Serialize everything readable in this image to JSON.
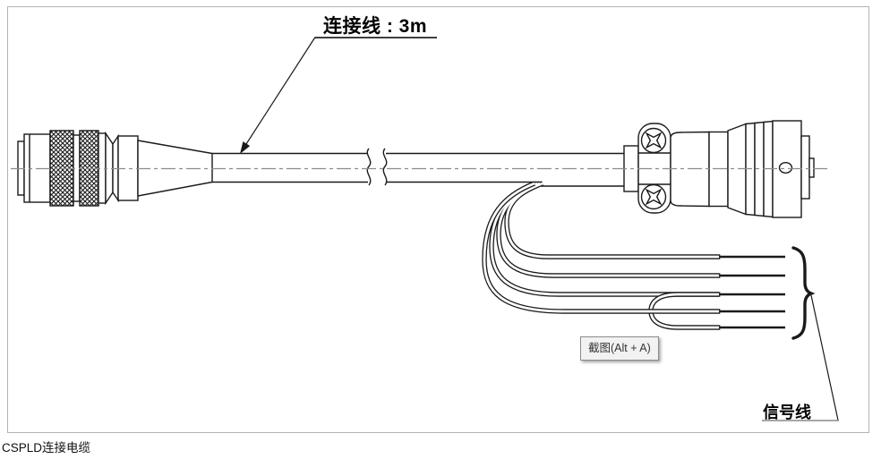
{
  "diagram": {
    "cable_length_label": "连接线 : 3m",
    "signal_wires_label": "信号线",
    "caption": "CSPLD连接电缆"
  },
  "tooltip": {
    "text": "截图(Alt + A)"
  },
  "colors": {
    "line": "#1a1a1a",
    "centerline": "#8c8c8c",
    "frame_border": "#b3b3b3",
    "tooltip_bg": "#f2f2f2",
    "tooltip_border": "#8a8a8a"
  }
}
